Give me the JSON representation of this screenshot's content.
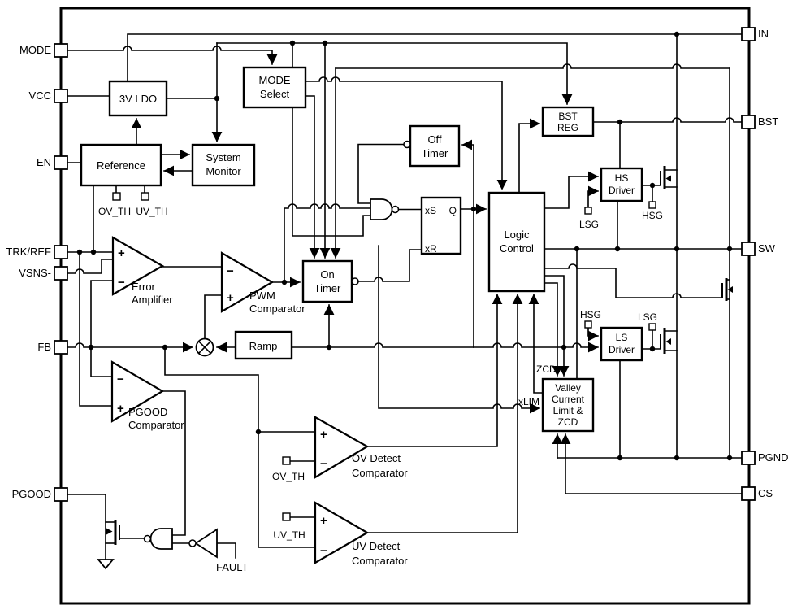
{
  "pins": {
    "left": [
      {
        "id": "mode",
        "label": "MODE"
      },
      {
        "id": "vcc",
        "label": "VCC"
      },
      {
        "id": "en",
        "label": "EN"
      },
      {
        "id": "trkref",
        "label": "TRK/REF"
      },
      {
        "id": "vsns",
        "label": "VSNS-"
      },
      {
        "id": "fb",
        "label": "FB"
      },
      {
        "id": "pgood",
        "label": "PGOOD"
      }
    ],
    "right": [
      {
        "id": "in",
        "label": "IN"
      },
      {
        "id": "bst",
        "label": "BST"
      },
      {
        "id": "sw",
        "label": "SW"
      },
      {
        "id": "pgnd",
        "label": "PGND"
      },
      {
        "id": "cs",
        "label": "CS"
      }
    ]
  },
  "blocks": {
    "ldo": {
      "label": "3V LDO"
    },
    "reference": {
      "label": "Reference"
    },
    "system_monitor": {
      "lines": [
        "System",
        "Monitor"
      ]
    },
    "mode_select": {
      "lines": [
        "MODE",
        "Select"
      ]
    },
    "off_timer": {
      "lines": [
        "Off",
        "Timer"
      ]
    },
    "on_timer": {
      "lines": [
        "On",
        "Timer"
      ]
    },
    "bst_reg": {
      "lines": [
        "BST",
        "REG"
      ]
    },
    "hs_driver": {
      "lines": [
        "HS",
        "Driver"
      ]
    },
    "ls_driver": {
      "lines": [
        "LS",
        "Driver"
      ]
    },
    "logic_control": {
      "lines": [
        "Logic",
        "Control"
      ]
    },
    "valley": {
      "lines": [
        "Valley",
        "Current",
        "Limit &",
        "ZCD"
      ]
    },
    "ramp": {
      "label": "Ramp"
    }
  },
  "amps": {
    "error": {
      "lines": [
        "Error",
        "Amplifier"
      ]
    },
    "pwm": {
      "lines": [
        "PWM",
        "Comparator"
      ]
    },
    "pgood": {
      "lines": [
        "PGOOD",
        "Comparator"
      ]
    },
    "ov": {
      "lines": [
        "OV Detect",
        "Comparator"
      ]
    },
    "uv": {
      "lines": [
        "UV Detect",
        "Comparator"
      ]
    }
  },
  "latch": {
    "s": "xS",
    "r": "xR",
    "q": "Q"
  },
  "signals": {
    "ref_ov_th": "OV_TH",
    "ref_uv_th": "UV_TH",
    "ov_th": "OV_TH",
    "uv_th": "UV_TH",
    "hsg": "HSG",
    "lsg": "LSG",
    "zcd": "ZCD",
    "xlim": "xLIM",
    "fault": "FAULT",
    "plus": "+",
    "minus": "−"
  },
  "colors": {
    "line": "#000000",
    "background": "#ffffff"
  }
}
